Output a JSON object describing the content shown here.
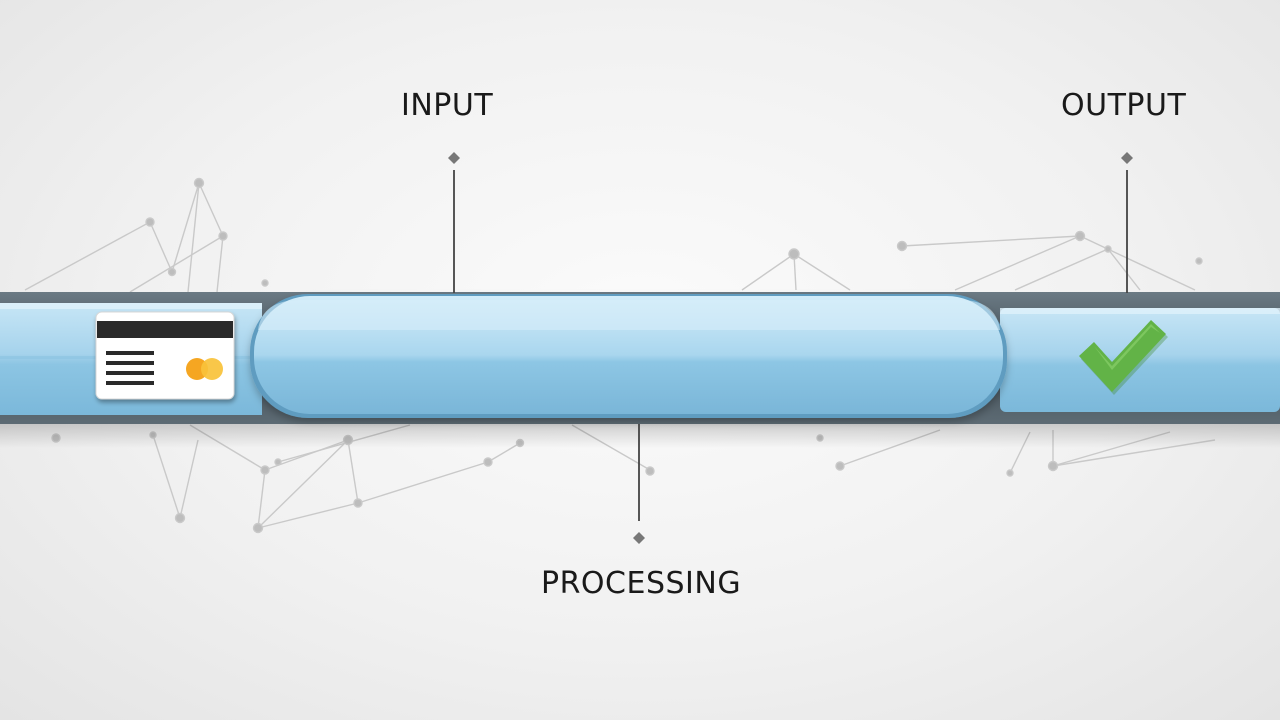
{
  "diagram": {
    "stages": [
      {
        "key": "input",
        "label": "INPUT",
        "icon": "credit-card-icon"
      },
      {
        "key": "processing",
        "label": "PROCESSING",
        "icon": ""
      },
      {
        "key": "output",
        "label": "OUTPUT",
        "icon": "checkmark-icon"
      }
    ],
    "connectors": [
      "input-connector",
      "processing-connector",
      "output-connector"
    ],
    "background": "network-node-lines"
  },
  "colors": {
    "pipe": "#7fbfe0",
    "pipe_light": "#b9def2",
    "pipe_dark": "#5a95b8",
    "track": "#4b5963",
    "check": "#62b347",
    "card_stripe": "#2b2b2b",
    "card_logo_orange": "#f5a623",
    "card_logo_yellow": "#f8c23a",
    "text": "#1a1a1a",
    "network": "#c4c4c4"
  }
}
